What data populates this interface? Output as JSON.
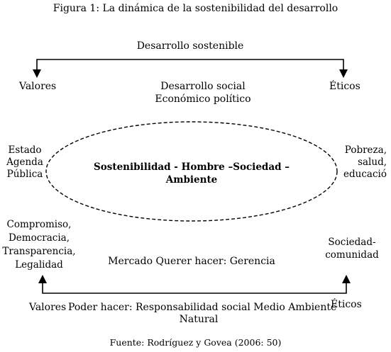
{
  "figure": {
    "title": "Figura 1: La dinámica de la sostenibilidad del desarrollo",
    "source": "Fuente: Rodríguez y Govea (2006: 50)"
  },
  "top": {
    "label": "Desarrollo sostenible",
    "left": "Valores",
    "right": "Éticos",
    "center_line1": "Desarrollo social",
    "center_line2": "Económico político"
  },
  "ellipse": {
    "line1": "Sostenibilidad - Hombre –Sociedad –",
    "line2": "Ambiente"
  },
  "left_side": {
    "upper": "Estado\nAgenda\nPública",
    "lower": "Compromiso,\nDemocracia,\nTransparencia,\nLegalidad"
  },
  "right_side": {
    "upper": "Pobreza,\nsalud,\neducació",
    "lower": "Sociedad-\ncomunidad"
  },
  "middle_bottom": "Mercado Querer hacer: Gerencia",
  "bottom": {
    "left": "Valores",
    "right": "Éticos",
    "center_line1": "Poder hacer: Responsabilidad social Medio Ambiente",
    "center_line2": "Natural"
  }
}
